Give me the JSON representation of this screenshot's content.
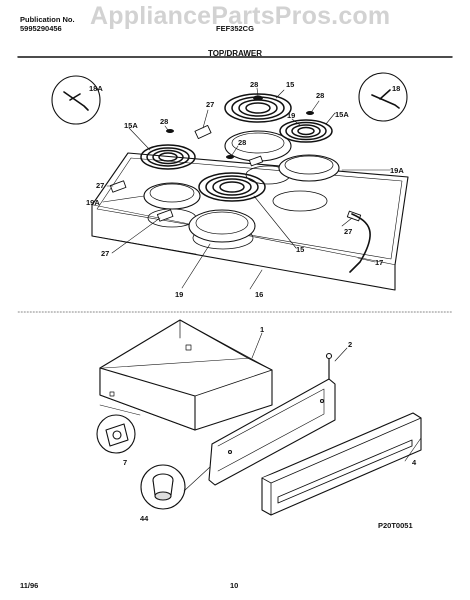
{
  "header": {
    "publication_label": "Publication No.",
    "publication_number": "5995290456",
    "model": "FEF352CG",
    "watermark": "AppliancePartsPros.com"
  },
  "section_title": "TOP/DRAWER",
  "callouts": {
    "c28a": "28",
    "c15a": "15",
    "c28b": "28",
    "c18a": "18A",
    "c27a": "27",
    "c28c": "28",
    "c15Aa": "15A",
    "c19a": "19",
    "c15Ab": "15A",
    "c18": "18",
    "c28d": "28",
    "c27b": "27",
    "c19Aa": "19A",
    "c19Ab": "19A",
    "c27c": "27",
    "c27d": "27",
    "c15b": "15",
    "c17": "17",
    "c19b": "19",
    "c16": "16",
    "c1": "1",
    "c2": "2",
    "c7": "7",
    "c44": "44",
    "c4": "4"
  },
  "diagram_code": "P20T0051",
  "footer": {
    "date": "11/96",
    "page": "10"
  }
}
